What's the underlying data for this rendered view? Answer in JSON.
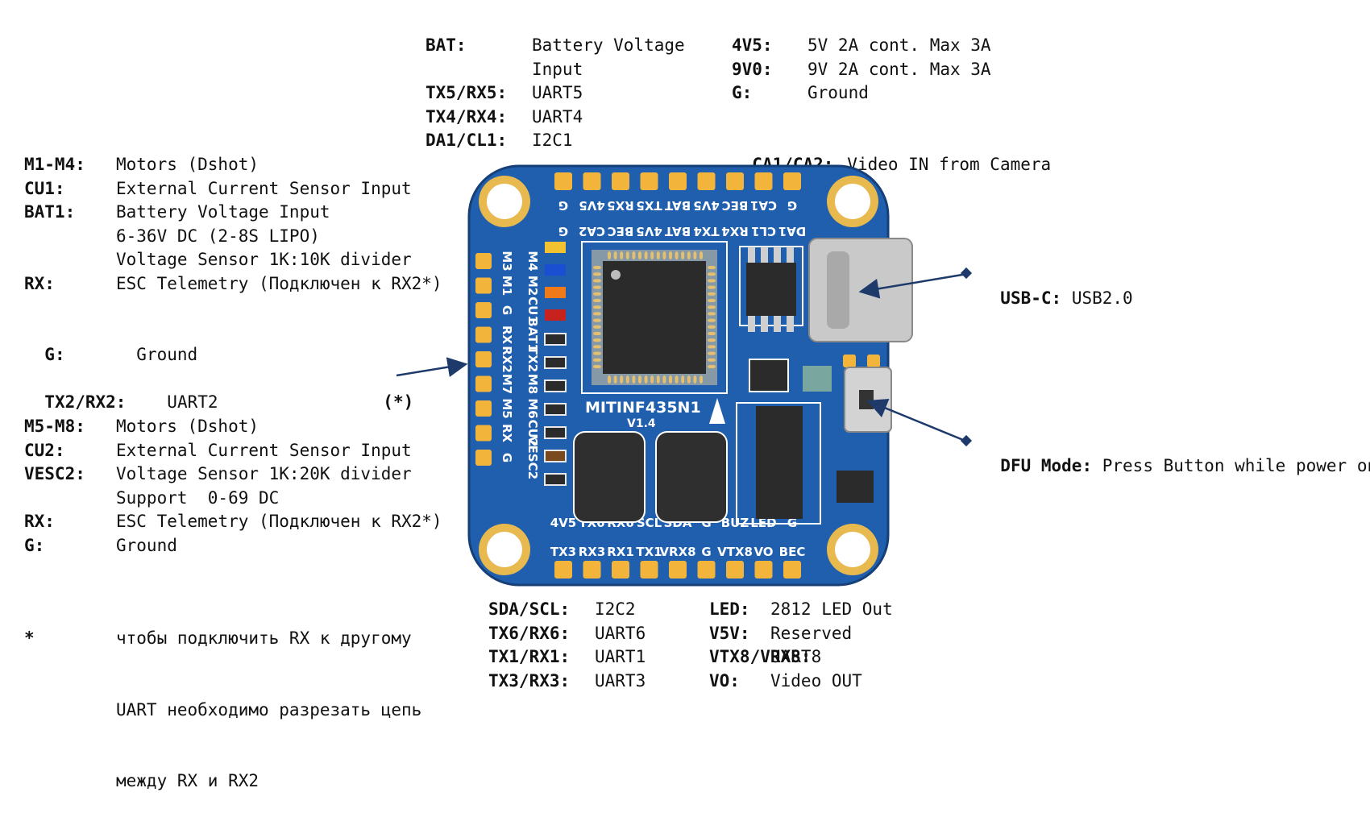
{
  "top_left": [
    {
      "key": "BAT:",
      "val": "Battery Voltage"
    },
    {
      "key": "",
      "val": "Input"
    },
    {
      "key": "TX5/RX5:",
      "val": "UART5"
    },
    {
      "key": "TX4/RX4:",
      "val": "UART4"
    },
    {
      "key": "DA1/CL1:",
      "val": "I2C1"
    }
  ],
  "top_right": [
    {
      "key": "4V5:",
      "val": "5V 2A cont. Max 3A"
    },
    {
      "key": "9V0:",
      "val": "9V 2A cont. Max 3A"
    },
    {
      "key": "G:",
      "val": "Ground"
    }
  ],
  "camera": {
    "key": "CA1/CA2:",
    "val": "Video IN from Camera"
  },
  "left_group1": [
    {
      "key": "M1-M4:",
      "val": "Motors (Dshot)"
    },
    {
      "key": "CU1:",
      "val": "External Current Sensor Input"
    },
    {
      "key": "BAT1:",
      "val": "Battery Voltage Input"
    },
    {
      "key": "",
      "val": "6-36V DC (2-8S LIPO)"
    },
    {
      "key": "",
      "val": "Voltage Sensor 1K:10K divider"
    },
    {
      "key": "RX:",
      "val": "ESC Telemetry (Подключен к RX2*)"
    }
  ],
  "left_g": {
    "key": "G:",
    "val": "Ground"
  },
  "left_tx2": {
    "key": "TX2/RX2:",
    "val": "UART2",
    "note": "(*)"
  },
  "left_group2": [
    {
      "key": "M5-M8:",
      "val": "Motors (Dshot)"
    },
    {
      "key": "CU2:",
      "val": "External Current Sensor Input"
    },
    {
      "key": "VESC2:",
      "val": "Voltage Sensor 1K:20K divider"
    },
    {
      "key": "",
      "val": "Support  0-69 DC"
    },
    {
      "key": "RX:",
      "val": "ESC Telemetry (Подключен к RX2*)"
    },
    {
      "key": "G:",
      "val": "Ground"
    }
  ],
  "footnote": {
    "key": "*",
    "lines": [
      "чтобы подключить RX к другому",
      "UART необходимо разрезать цепь",
      "между RX и RX2"
    ]
  },
  "usb": {
    "key": "USB-C:",
    "val": "USB2.0"
  },
  "dfu": {
    "key": "DFU Mode:",
    "val": "Press Button while power on"
  },
  "bottom_left": [
    {
      "key": "SDA/SCL:",
      "val": "I2C2"
    },
    {
      "key": "TX6/RX6:",
      "val": "UART6"
    },
    {
      "key": "TX1/RX1:",
      "val": "UART1"
    },
    {
      "key": "TX3/RX3:",
      "val": "UART3"
    }
  ],
  "bottom_right": [
    {
      "key": "LED:",
      "val": "2812 LED Out"
    },
    {
      "key": "V5V:",
      "val": "Reserved"
    },
    {
      "key": "VTX8/VRX8:",
      "val": "UART8"
    },
    {
      "key": "VO:",
      "val": "Video OUT"
    }
  ],
  "board": {
    "name": "MITINF435N1",
    "version": "V1.4",
    "top_row1": [
      "G",
      "CA1",
      "BEC",
      "4V5",
      "BAT",
      "TX5",
      "RX5",
      "4V5",
      "G"
    ],
    "top_row2": [
      "DA1",
      "CL1",
      "RX4",
      "TX4",
      "BAT",
      "4V5",
      "BEC",
      "CA2",
      "G"
    ],
    "left_outer": [
      "M3",
      "M1",
      "G",
      "RX",
      "RX2",
      "M7",
      "M5",
      "RX",
      "G"
    ],
    "left_inner": [
      "M4",
      "M2",
      "CU1",
      "BAT1",
      "TX2",
      "M8",
      "M6",
      "CU2",
      "VESC2"
    ],
    "bottom_row1": [
      "4V5",
      "TX6",
      "RX6",
      "SCL",
      "SDA",
      "G",
      "BUZ",
      "LED",
      "G"
    ],
    "bottom_row2": [
      "TX3",
      "RX3",
      "RX1",
      "TX1",
      "VRX8",
      "G",
      "VTX8",
      "VO",
      "BEC"
    ],
    "colors": {
      "pcb": "#1f5fae",
      "pad": "#f2b43a",
      "silk": "#ffffff",
      "chip": "#2b2b2b",
      "usb": "#c9c9c9"
    }
  }
}
